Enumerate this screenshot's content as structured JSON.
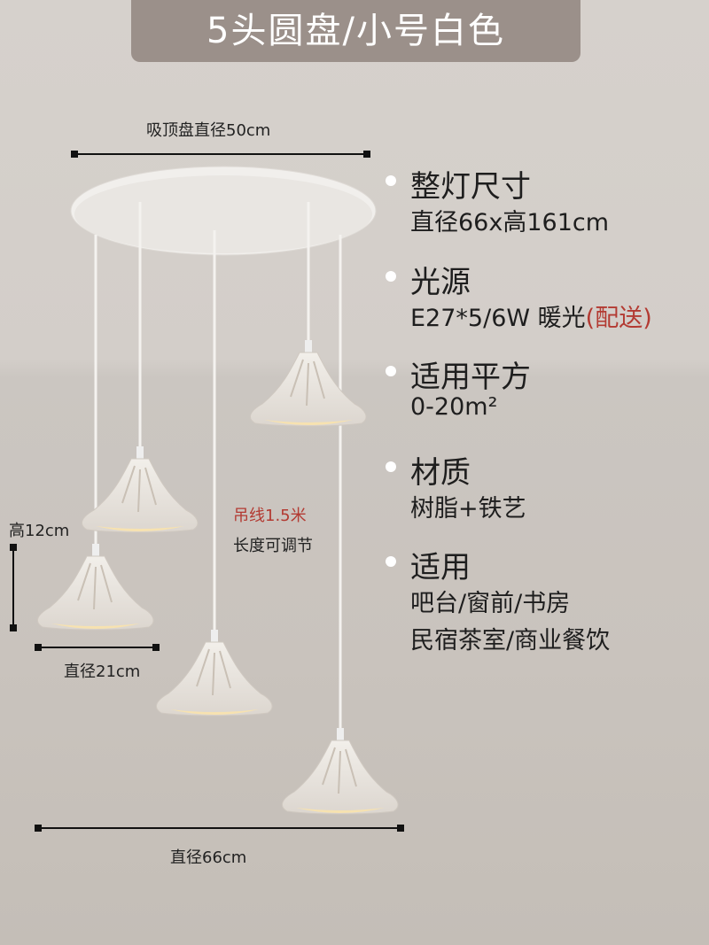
{
  "header": {
    "title": "5头圆盘/小号白色"
  },
  "dimensions": {
    "canopy_diameter": "吸顶盘直径50cm",
    "shade_height": "高12cm",
    "shade_diameter": "直径21cm",
    "total_diameter": "直径66cm",
    "cord_length": "吊线1.5米",
    "cord_adjustable": "长度可调节"
  },
  "specs": [
    {
      "title": "整灯尺寸",
      "value": "直径66x高161cm"
    },
    {
      "title": "光源",
      "value": "E27*5/6W 暖光",
      "value_highlight": "(配送)"
    },
    {
      "title": "适用平方",
      "value": "0-20m²"
    },
    {
      "title": "材质",
      "value": "树脂+铁艺"
    },
    {
      "title": "适用",
      "value": "吧台/窗前/书房",
      "value2": "民宿茶室/商业餐饮"
    }
  ],
  "colors": {
    "header_bg": "#9b908a",
    "highlight": "#b33a32"
  }
}
